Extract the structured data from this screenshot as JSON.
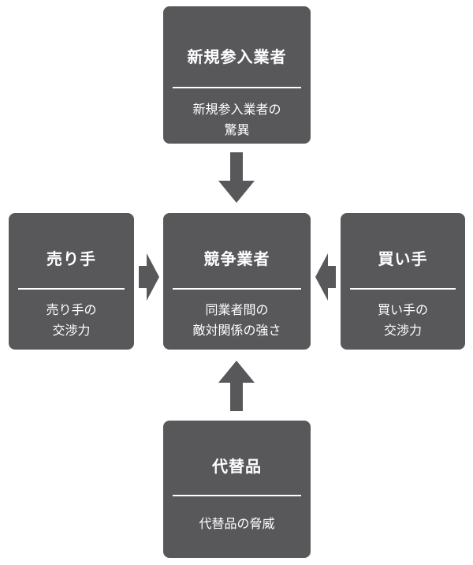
{
  "forces": {
    "new_entrants": {
      "title": "新規参入業者",
      "desc_lines": [
        "新規参入業者の",
        "驚異"
      ]
    },
    "competitors": {
      "title": "競争業者",
      "desc_lines": [
        "同業者間の",
        "敵対関係の強さ"
      ]
    },
    "suppliers": {
      "title": "売り手",
      "desc_lines": [
        "売り手の",
        "交渉力"
      ]
    },
    "buyers": {
      "title": "買い手",
      "desc_lines": [
        "買い手の",
        "交渉力"
      ]
    },
    "substitutes": {
      "title": "代替品",
      "desc_lines": [
        "代替品の脅威"
      ]
    }
  },
  "colors": {
    "box": "#58575a",
    "text": "#ffffff",
    "arrow": "#58575a"
  }
}
